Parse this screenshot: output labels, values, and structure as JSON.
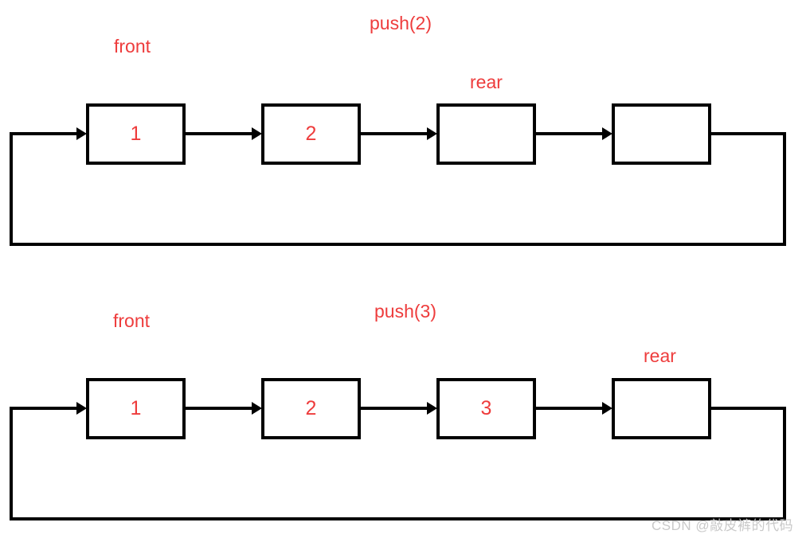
{
  "colors": {
    "accent_red": "#ee3c3c",
    "line_black": "#000000",
    "watermark_gray": "#c9c9c9"
  },
  "diagrams": [
    {
      "name": "circular-queue-after-push-2",
      "operation_label": "push(2)",
      "front_label": "front",
      "rear_label": "rear",
      "front_index": 0,
      "rear_index": 2,
      "cells": [
        "1",
        "2",
        "",
        ""
      ]
    },
    {
      "name": "circular-queue-after-push-3",
      "operation_label": "push(3)",
      "front_label": "front",
      "rear_label": "rear",
      "front_index": 0,
      "rear_index": 3,
      "cells": [
        "1",
        "2",
        "3",
        ""
      ]
    }
  ],
  "watermark": "CSDN @敲皮裤的代码"
}
